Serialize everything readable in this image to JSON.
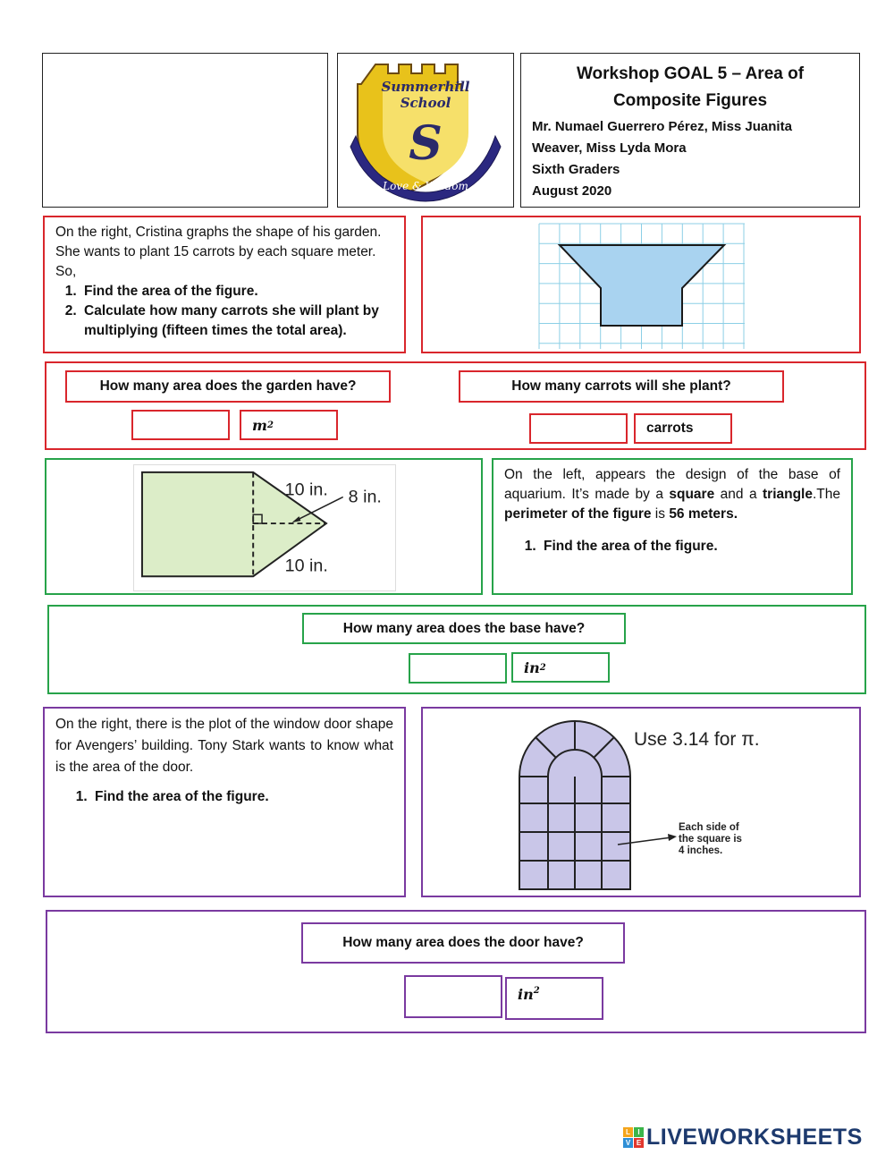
{
  "header": {
    "title_line1": "Workshop GOAL 5 – Area of",
    "title_line2": "Composite Figures",
    "teachers_line1": "Mr. Numael Guerrero Pérez, Miss Juanita",
    "teachers_line2": "Weaver, Miss Lyda Mora",
    "grade": "Sixth Graders",
    "date": "August 2020",
    "logo_text": {
      "name1": "Summerhill",
      "name2": "School",
      "motto": "Love & Wisdom"
    }
  },
  "section1": {
    "intro": "On the right, Cristina graphs the shape of his garden. She wants to plant 15 carrots by each square meter. So,",
    "steps": [
      "Find the area of the figure.",
      "Calculate how many carrots she will plant by multiplying (fifteen times the total area)."
    ],
    "q1": "How many area does the garden have?",
    "q1_unit_base": "m",
    "q1_unit_exp": "2",
    "q2": "How many carrots will she plant?",
    "q2_unit": "carrots"
  },
  "section2": {
    "label_top": "10 in.",
    "label_diag": "8 in.",
    "label_bottom": "10 in.",
    "text_a": "On the left, appears the design of the base of aquarium. It’s made by a ",
    "text_b": "square",
    "text_c": " and a ",
    "text_d": "triangle",
    "text_e": ".The ",
    "text_f": "perimeter of the figure",
    "text_g": " is ",
    "text_h": "56 meters.",
    "steps": [
      "Find the area of the figure."
    ],
    "q": "How many area does the base have?",
    "unit_base": "in",
    "unit_exp": "2"
  },
  "section3": {
    "intro": "On the right, there is the plot of the window door shape for Avengers’ building. Tony Stark wants to know what is the area of the door.",
    "steps": [
      "Find the area of the figure."
    ],
    "pi_note": "Use 3.14 for π.",
    "side_note_1": "Each side of",
    "side_note_2": "the square is",
    "side_note_3": "4 inches.",
    "q": "How many area does the door have?",
    "unit_base": "in",
    "unit_exp": "2"
  },
  "footer": {
    "brand": "LIVEWORKSHEETS",
    "brand_letters": [
      "L",
      "I",
      "V",
      "E"
    ]
  },
  "colors": {
    "red": "#d9262c",
    "green": "#27a34a",
    "purple": "#7a3aa0",
    "grid": "#8ccfe6",
    "garden_fill": "#a9d3f0",
    "base_fill": "#dcedc8",
    "door_fill": "#c9c6e8"
  }
}
